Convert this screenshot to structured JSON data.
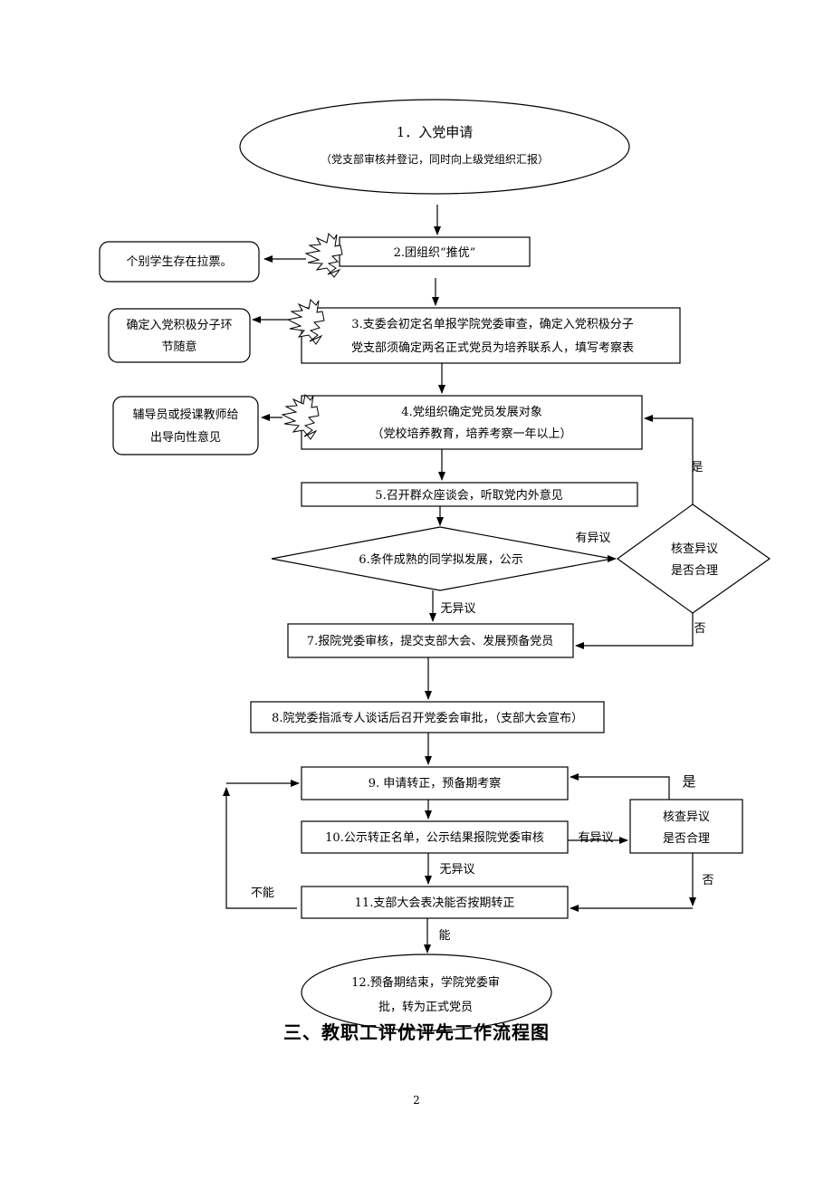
{
  "flowchart": {
    "step1": {
      "title": "1．入党申请",
      "subtitle": "（党支部审核并登记，同时向上级党组织汇报）"
    },
    "step2": {
      "label": "2.团组织“推优”"
    },
    "step3": {
      "line1": "3.支委会初定名单报学院党委审查，确定入党积极分子",
      "line2": "党支部须确定两名正式党员为培养联系人，填写考察表"
    },
    "step4": {
      "line1": "4.党组织确定党员发展对象",
      "line2": "（党校培养教育，培养考察一年以上）"
    },
    "step5": {
      "label": "5.召开群众座谈会，听取党内外意见"
    },
    "step6": {
      "label": "6.条件成熟的同学拟发展，公示"
    },
    "step7": {
      "label": "7.报院党委审核，提交支部大会、发展预备党员"
    },
    "step8": {
      "label": "8.院党委指派专人谈话后召开党委会审批，（支部大会宣布）"
    },
    "step9": {
      "label": "9.  申请转正，预备期考察"
    },
    "step10": {
      "label": "10.公示转正名单，公示结果报院党委审核"
    },
    "step11": {
      "label": "11.支部大会表决能否按期转正"
    },
    "step12": {
      "line1": "12.预备期结束，学院党委审",
      "line2": "批，转为正式党员"
    },
    "check1": {
      "line1": "核查异议",
      "line2": "是否合理"
    },
    "check2": {
      "line1": "核查异议",
      "line2": "是否合理"
    },
    "risks": {
      "risk2": {
        "line1": "个别学生存在拉票。"
      },
      "risk3": {
        "line1": "确定入党积极分子环",
        "line2": "节随意"
      },
      "risk4": {
        "line1": "辅导员或授课教师给",
        "line2": "出导向性意见"
      }
    },
    "edges": {
      "has_objection_1": "有异议",
      "no_objection_1": "无异议",
      "yes_1": "是",
      "no_1": "否",
      "has_objection_2": "有异议",
      "no_objection_2": "无异议",
      "yes_2": "是",
      "no_2": "否",
      "cannot": "不能",
      "can": "能"
    }
  },
  "section_title": "三、教职工评优评先工作流程图",
  "page_number": "2"
}
